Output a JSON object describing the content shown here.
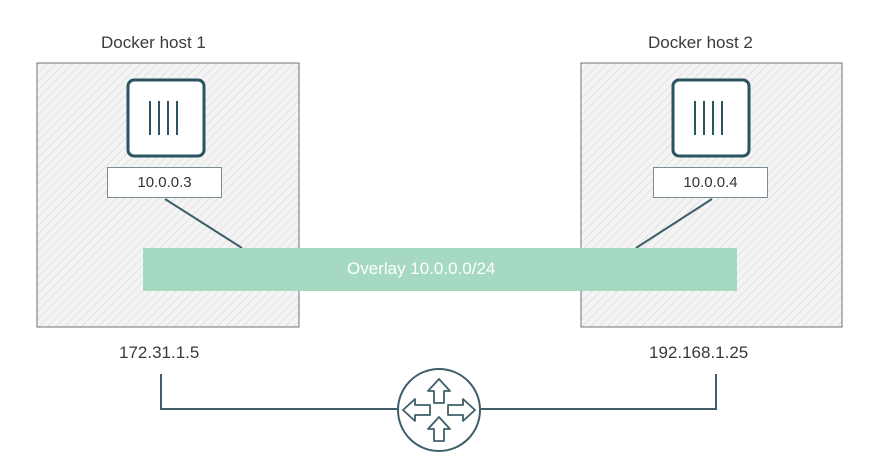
{
  "hosts": [
    {
      "title": "Docker host 1",
      "container_ip": "10.0.0.3",
      "host_ip": "172.31.1.5"
    },
    {
      "title": "Docker host 2",
      "container_ip": "10.0.0.4",
      "host_ip": "192.168.1.25"
    }
  ],
  "overlay": {
    "label": "Overlay 10.0.0.0/24"
  },
  "icons": {
    "container": "container-icon",
    "router": "router-icon"
  },
  "colors": {
    "overlay": "#a6d9c1",
    "container_border": "#2a5560",
    "host_border": "#6f7478",
    "host_hatch": "#d8d8d8",
    "link": "#3f5e6a"
  }
}
